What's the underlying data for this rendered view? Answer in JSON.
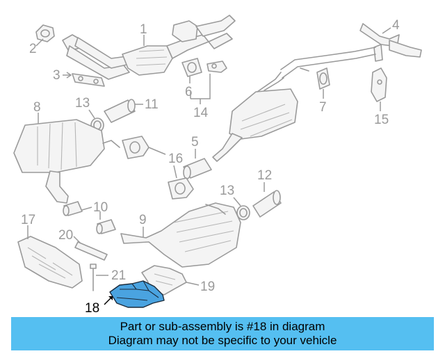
{
  "diagram": {
    "highlight_color": "#4aa3e0",
    "callouts": {
      "c1": "1",
      "c2": "2",
      "c3": "3",
      "c4": "4",
      "c5": "5",
      "c6": "6",
      "c7": "7",
      "c8": "8",
      "c9": "9",
      "c10": "10",
      "c11": "11",
      "c12": "12",
      "c13a": "13",
      "c13b": "13",
      "c14": "14",
      "c15": "15",
      "c16": "16",
      "c17": "17",
      "c18": "18",
      "c19": "19",
      "c20": "20",
      "c21": "21"
    }
  },
  "banner": {
    "background": "#55bff1",
    "line1": "Part or sub-assembly is #18 in diagram",
    "line2": "Diagram may not be specific to your vehicle"
  }
}
